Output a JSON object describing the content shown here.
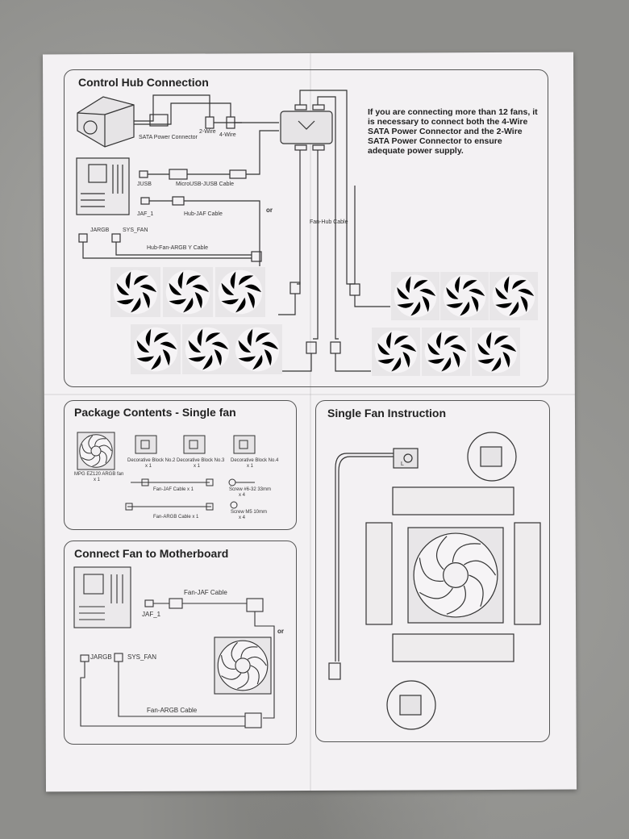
{
  "hub_panel": {
    "title": "Control Hub Connection",
    "note": "If you are connecting more than 12 fans, it is necessary to connect both the 4-Wire SATA Power Connector and the 2-Wire SATA Power Connector to ensure adequate power supply.",
    "labels": {
      "sata": "SATA Power Connector",
      "two_wire": "2-Wire",
      "four_wire": "4-Wire",
      "jusb": "JUSB",
      "microusb": "MicroUSB-JUSB Cable",
      "jaf": "JAF_1",
      "hub_jaf": "Hub-JAF Cable",
      "or": "or",
      "jargb": "JARGB",
      "sys_fan": "SYS_FAN",
      "hub_fan_argb": "Hub-Fan-ARGB Y Cable",
      "fan_hub": "Fan-Hub Cable"
    }
  },
  "package_panel": {
    "title": "Package Contents - Single fan",
    "items": {
      "fan": "MPG EZ120 ARGB fan",
      "fan_qty": "x 1",
      "block2": "Decorative Block No.2",
      "block2_qty": "x 1",
      "block3": "Decorative Block No.3",
      "block3_qty": "x 1",
      "block4": "Decorative Block No.4",
      "block4_qty": "x 1",
      "fan_jaf": "Fan-JAF Cable x 1",
      "screw1": "Screw #6-32 33mm",
      "screw1_qty": "x 4",
      "fan_argb": "Fan-ARGB Cable x 1",
      "screw2": "Screw M5 10mm",
      "screw2_qty": "x 4"
    }
  },
  "motherboard_panel": {
    "title": "Connect Fan to Motherboard",
    "labels": {
      "fan_jaf": "Fan-JAF Cable",
      "jaf": "JAF_1",
      "or": "or",
      "jargb": "JARGB",
      "sys_fan": "SYS_FAN",
      "fan_argb": "Fan-ARGB Cable"
    }
  },
  "single_fan_panel": {
    "title": "Single Fan Instruction",
    "label_l": "L"
  }
}
